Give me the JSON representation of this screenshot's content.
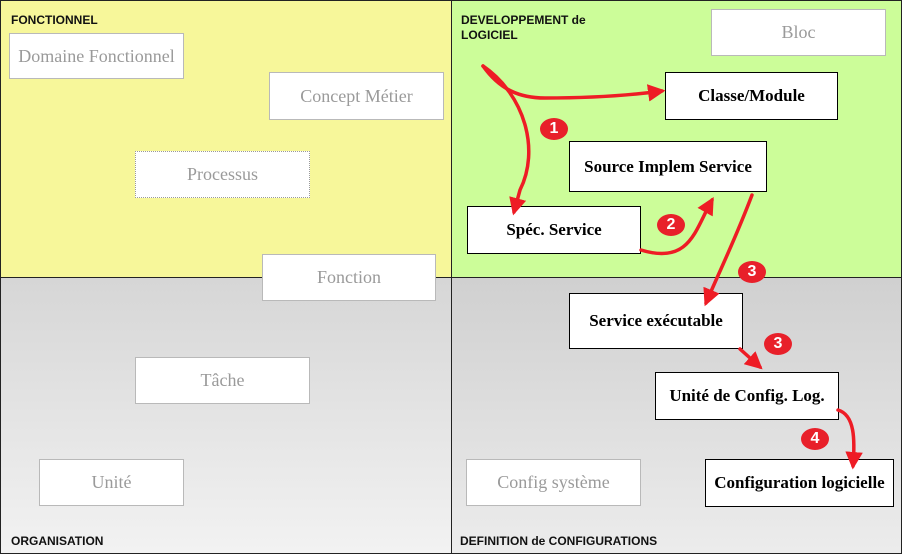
{
  "quadrants": {
    "functional": "FONCTIONNEL",
    "software": [
      "DEVELOPPEMENT de",
      "LOGICIEL"
    ],
    "organisation": "ORGANISATION",
    "configurations": "DEFINITION de CONFIGURATIONS"
  },
  "boxes": {
    "domaine_fonctionnel": "Domaine Fonctionnel",
    "concept_metier": "Concept Métier",
    "processus": "Processus",
    "fonction": "Fonction",
    "tache": "Tâche",
    "unite": "Unité",
    "bloc": "Bloc",
    "config_systeme": "Config système",
    "classe_module": "Classe/Module",
    "source_implem_service": "Source Implem Service",
    "spec_service": "Spéc. Service",
    "service_executable": "Service exécutable",
    "unite_config_log": "Unité de Config. Log.",
    "configuration_logicielle": "Configuration logicielle"
  },
  "steps": [
    "1",
    "2",
    "3",
    "3",
    "4"
  ],
  "colors": {
    "functional_bg": "#f7f79a",
    "software_bg": "#ccfd99",
    "organisation_bg": "#e4e4e4",
    "configurations_bg": "#dedede",
    "arrow": "#ee1c25"
  }
}
